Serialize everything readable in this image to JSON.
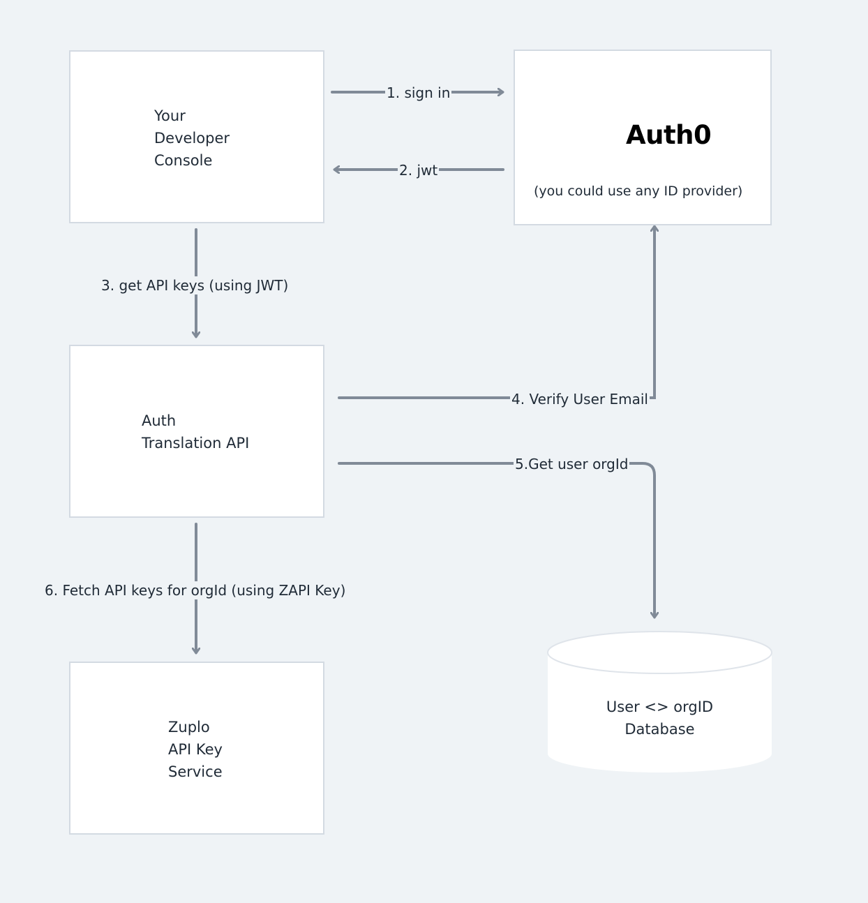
{
  "nodes": {
    "console": {
      "lines": "Your\nDeveloper\nConsole"
    },
    "auth0": {
      "logo_text": "Auth0",
      "subtitle": "(you could use any ID provider)"
    },
    "translation_api": {
      "lines": "Auth\nTranslation API"
    },
    "zuplo": {
      "lines": "Zuplo\nAPI Key\nService"
    },
    "database": {
      "lines": "User <> orgID\nDatabase"
    }
  },
  "edges": {
    "sign_in": "1. sign in",
    "jwt": "2. jwt",
    "get_api_keys": "3. get API keys (using JWT)",
    "verify_email": "4. Verify User Email",
    "get_org_id": "5.Get user orgId",
    "fetch_keys": "6. Fetch API keys for orgId (using ZAPI Key)"
  },
  "colors": {
    "background": "#eff3f6",
    "box_border": "#d3dae2",
    "arrow": "#808a97",
    "auth0_orange": "#eb5424"
  },
  "icons": {
    "auth0_logo": "auth0-shield-star-icon"
  }
}
